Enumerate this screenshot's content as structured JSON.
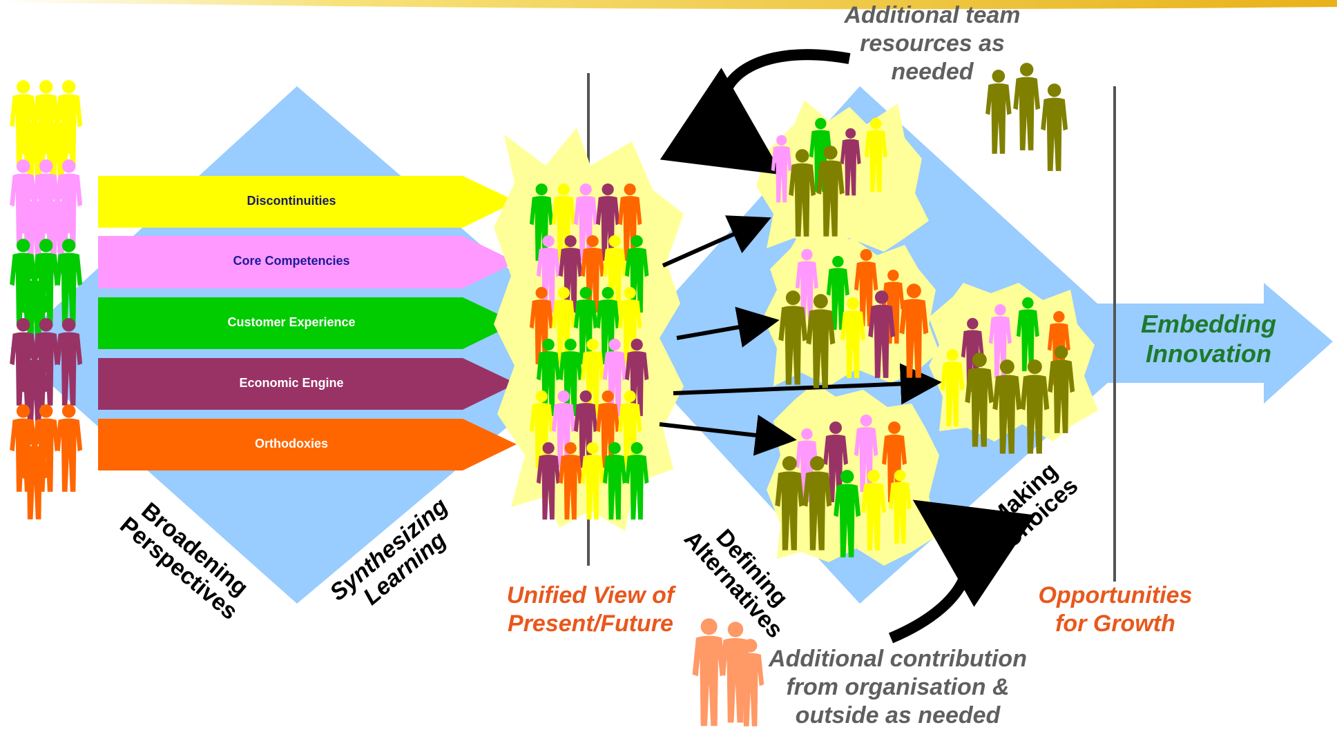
{
  "bars": [
    {
      "label": "Discontinuities",
      "fill": "#FFFF00",
      "text_color": "#1A1A66"
    },
    {
      "label": "Core  Competencies",
      "fill": "#FF99FF",
      "text_color": "#1A1A99"
    },
    {
      "label": "Customer Experience",
      "fill": "#00CC00",
      "text_color": "#FFFFFF"
    },
    {
      "label": "Economic Engine",
      "fill": "#993366",
      "text_color": "#FFFFFF"
    },
    {
      "label": "Orthodoxies",
      "fill": "#FF6600",
      "text_color": "#FFFFFF"
    }
  ],
  "stages": {
    "broadening_line1": "Broadening",
    "broadening_line2": "Perspectives",
    "synthesizing_line1": "Synthesizing",
    "synthesizing_line2": "Learning",
    "defining_line1": "Defining",
    "defining_line2": "Alternatives",
    "making_line1": "Making",
    "making_line2": "Choices"
  },
  "milestones": {
    "unified_line1": "Unified View of",
    "unified_line2": "Present/Future",
    "opportunities_line1": "Opportunities",
    "opportunities_line2": "for Growth",
    "embedding_line1": "Embedding",
    "embedding_line2": "Innovation"
  },
  "notes": {
    "team_line1": "Additional team",
    "team_line2": "resources as",
    "team_line3": "needed",
    "contribution_line1": "Additional contribution",
    "contribution_line2": "from organisation &",
    "contribution_line3": "outside as needed"
  },
  "colors": {
    "diamond": "#99CCFF",
    "burst": "#FFFF99",
    "people_yellow": "#FFFF00",
    "people_pink": "#FF99FF",
    "people_green": "#00CC00",
    "people_purple": "#993366",
    "people_orange": "#FF6600",
    "people_olive": "#808000",
    "people_salmon": "#FF9966",
    "accent_orange": "#E8581C",
    "accent_green": "#1C7A2C",
    "note_grey": "#5F5F5F"
  }
}
